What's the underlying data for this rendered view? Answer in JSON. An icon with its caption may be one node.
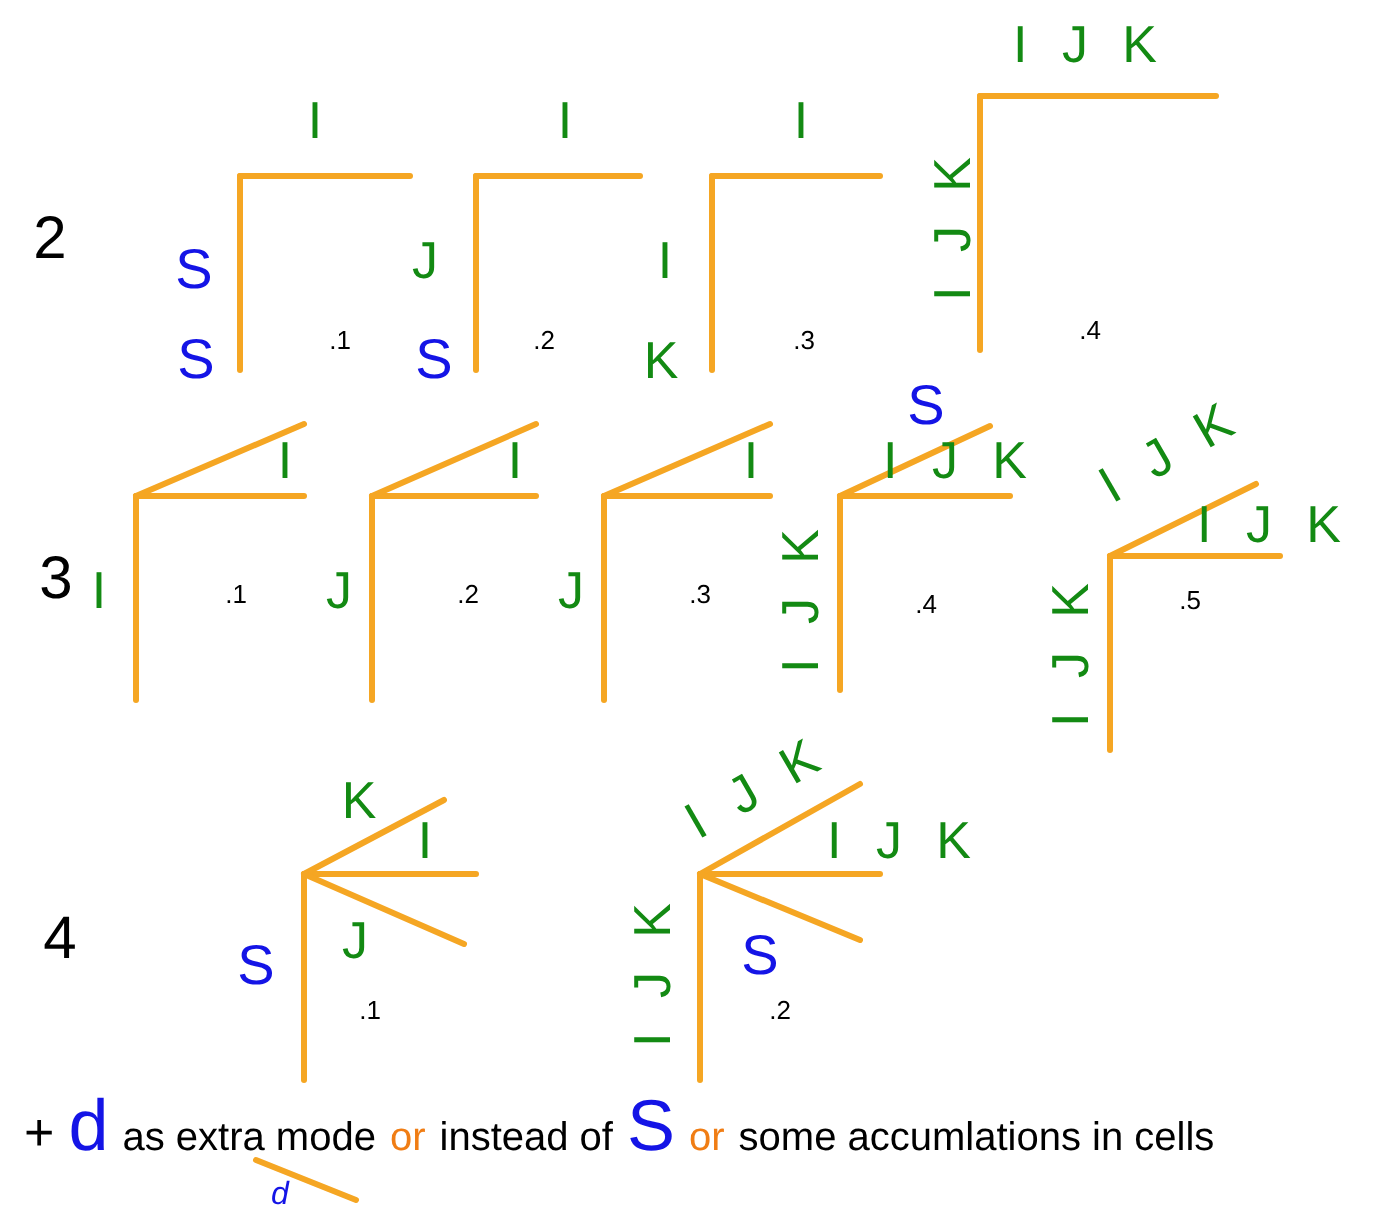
{
  "diagram": {
    "labels": [
      "2",
      "I",
      "S",
      ".1",
      "I",
      "J",
      ".2",
      "I",
      "I",
      ".3",
      "I J K",
      "I J K",
      ".4",
      "3",
      "S",
      "I",
      "I",
      ".1",
      "S",
      "I",
      "J",
      ".2",
      "K",
      "I",
      "J",
      ".3",
      "S",
      "I J K",
      "I J K",
      ".4",
      "I J K",
      "I J K",
      "I J K",
      ".5",
      "4",
      "K",
      "I",
      "J",
      "S",
      ".1",
      "I J K",
      "I J K",
      "I J K",
      "S",
      ".2",
      "+",
      "d",
      "as extra mode",
      "or",
      "instead of",
      "S",
      "or",
      "some accumlations in cells",
      "d"
    ]
  }
}
